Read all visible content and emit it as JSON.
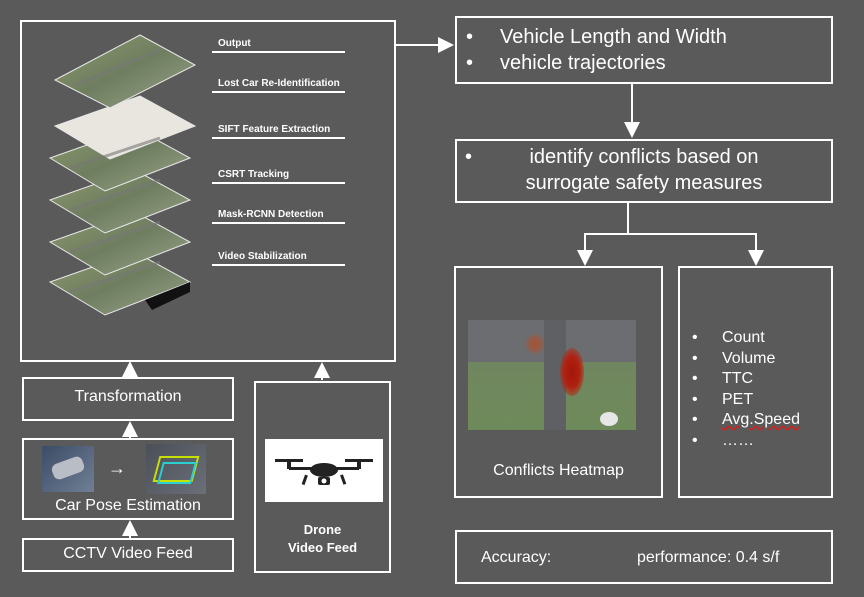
{
  "pipeline": {
    "layers": [
      "Output",
      "Lost Car Re-Identification",
      "SIFT Feature Extraction",
      "CSRT Tracking",
      "Mask-RCNN Detection",
      "Video Stabilization"
    ]
  },
  "transformation": {
    "label": "Transformation"
  },
  "car_pose": {
    "label": "Car Pose Estimation"
  },
  "cctv": {
    "label": "CCTV Video Feed"
  },
  "drone": {
    "line1": "Drone",
    "line2": "Video Feed"
  },
  "vehicle_box": {
    "items": [
      "Vehicle Length and Width",
      "vehicle trajectories"
    ]
  },
  "conflicts_box": {
    "line1": "identify conflicts based on",
    "line2": "surrogate safety measures"
  },
  "heatmap": {
    "label": "Conflicts Heatmap"
  },
  "metrics": {
    "items": [
      "Count",
      "Volume",
      "TTC",
      "PET",
      "Avg.Speed",
      "……"
    ]
  },
  "footer": {
    "accuracy": "Accuracy:",
    "performance": "performance: 0.4 s/f"
  }
}
